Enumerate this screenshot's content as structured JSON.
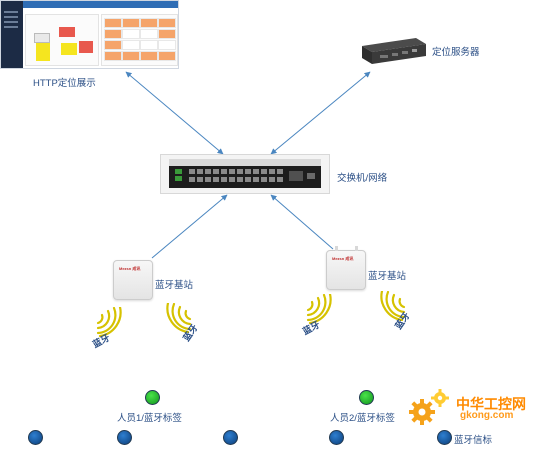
{
  "labels": {
    "http_display": "HTTP定位展示",
    "positioning_server": "定位服务器",
    "switch_network": "交换机/网络",
    "base_station_left": "蓝牙基站",
    "base_station_right": "蓝牙基站",
    "bt_left_1": "蓝牙",
    "bt_left_2": "蓝牙",
    "bt_right_1": "蓝牙",
    "bt_right_2": "蓝牙",
    "person_tag_1": "人员1/蓝牙标签",
    "person_tag_2": "人员2/蓝牙标签",
    "beacon": "蓝牙信标"
  },
  "devices": {
    "base_station_brand": "Mezsn 成讯"
  },
  "watermark": {
    "cn": "中华工控网",
    "url": "gkong.com"
  },
  "colors": {
    "label_text": "#2b4f86",
    "connector": "#4a86c0",
    "wave": "#d6c200",
    "tag_green": "#1fb82a",
    "beacon_blue": "#1a5fae",
    "dash_orange": "#f5a46a",
    "dash_red": "#e8584d",
    "dash_yellow": "#f5e51f"
  }
}
